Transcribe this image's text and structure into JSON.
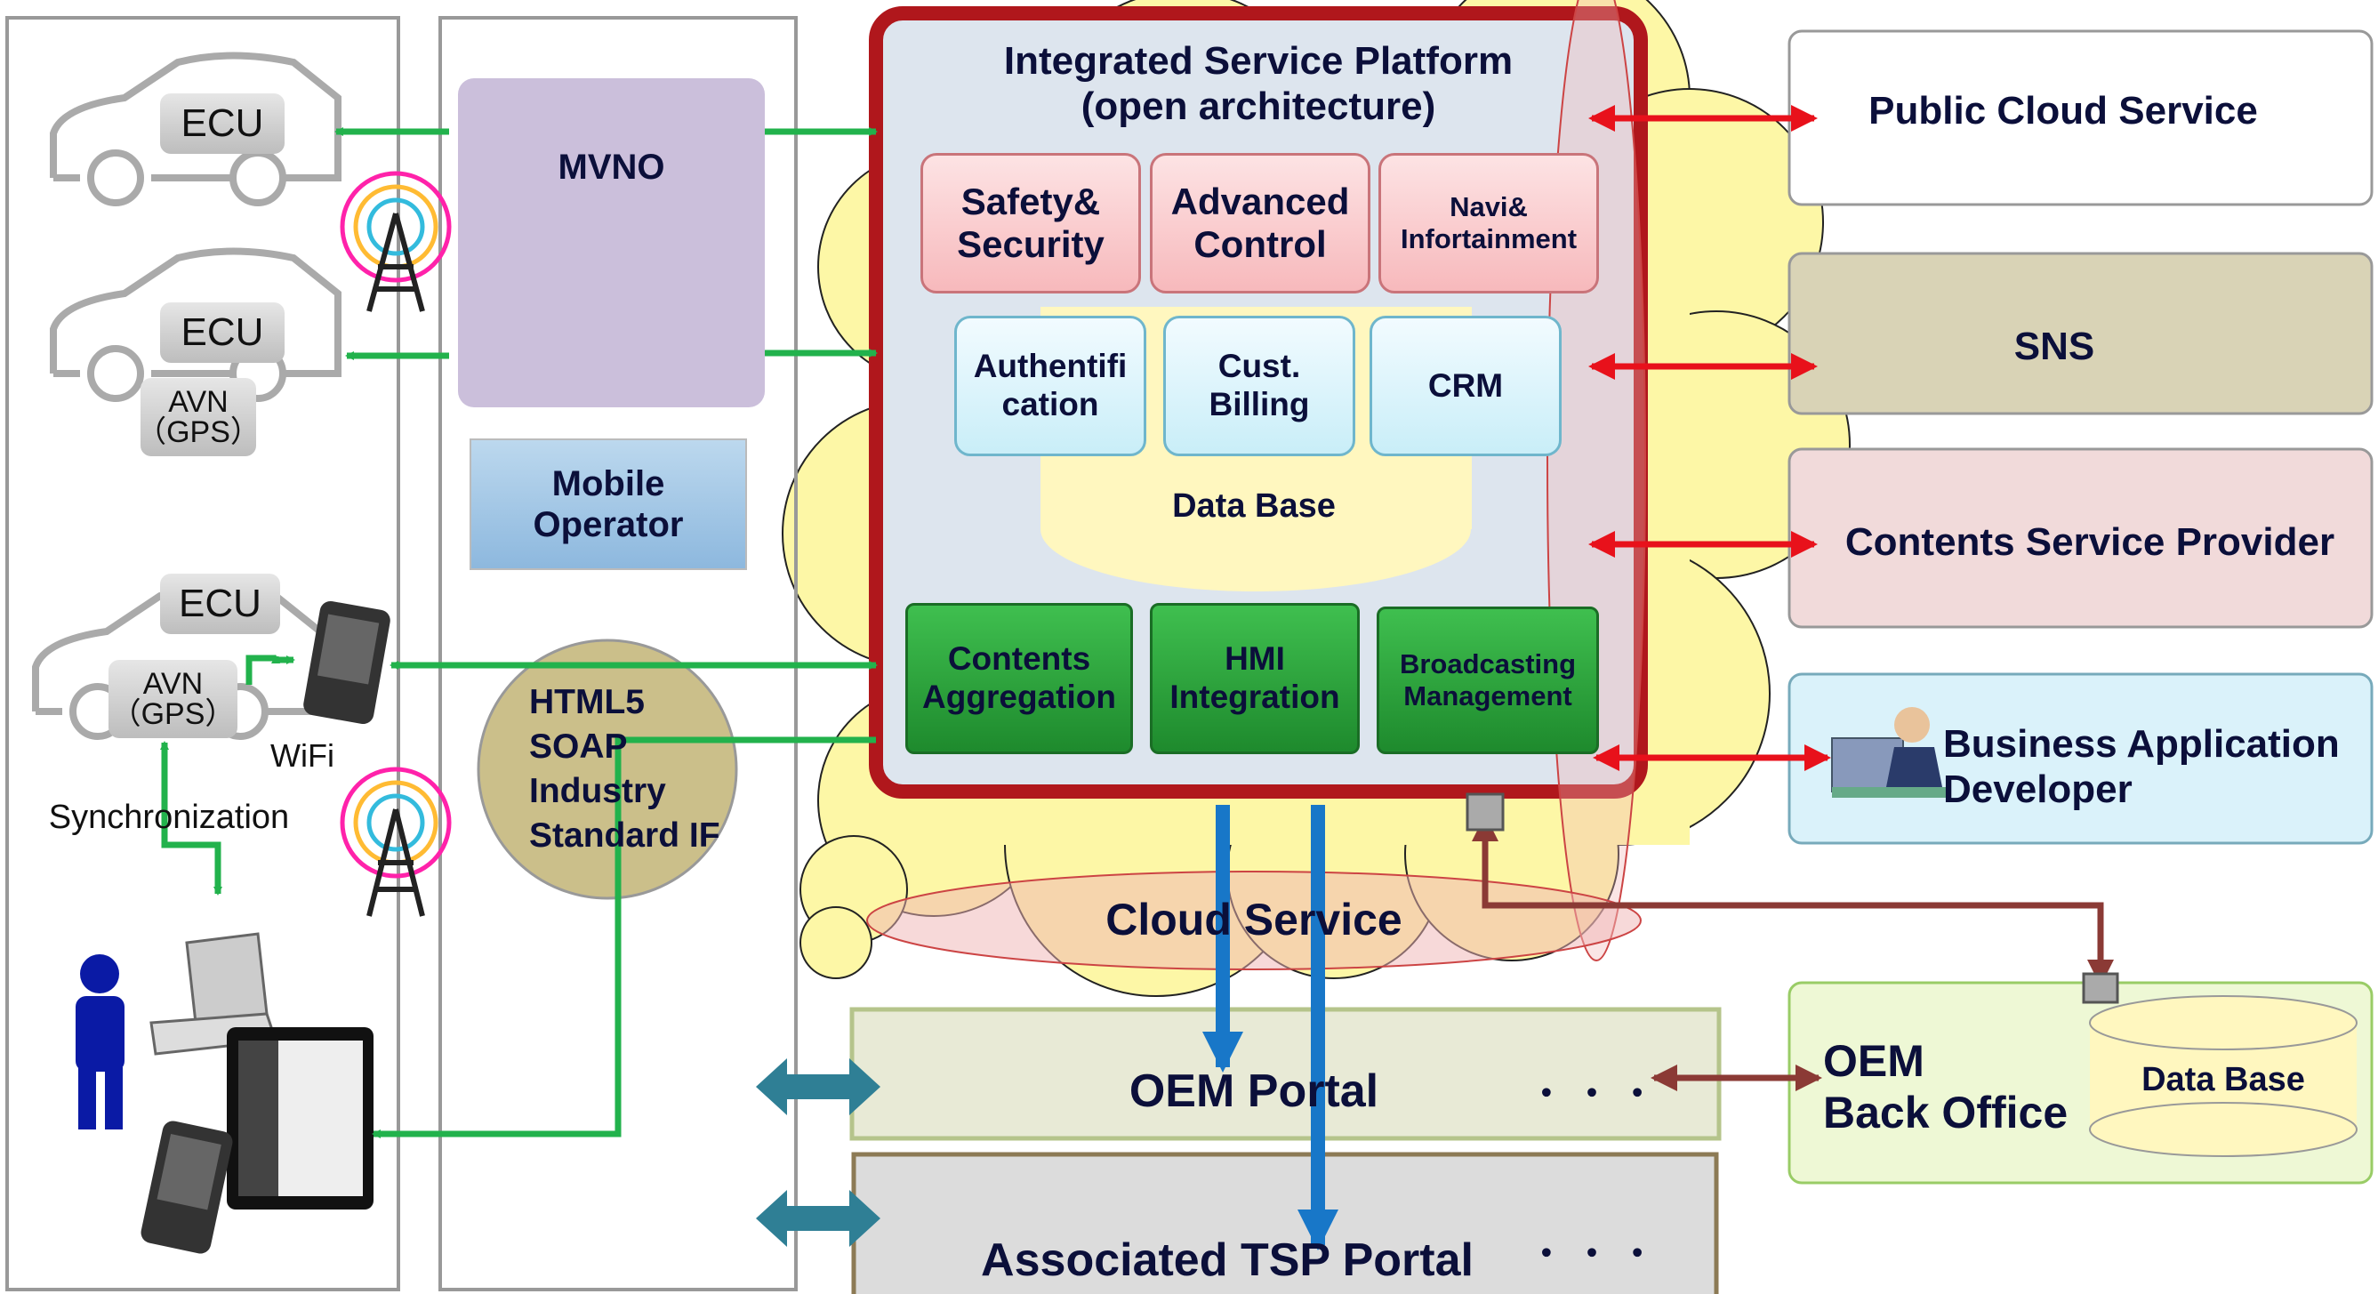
{
  "platform": {
    "title": "Integrated Service Platform\n(open architecture)",
    "modules_top": [
      "Safety&\nSecurity",
      "Advanced\nControl",
      "Navi&\nInfortainment"
    ],
    "modules_mid": [
      "Authentifi\ncation",
      "Cust.\nBilling",
      "CRM"
    ],
    "database": "Data Base",
    "modules_bottom": [
      "Contents\nAggregation",
      "HMI\nIntegration",
      "Broadcasting\nManagement"
    ],
    "cloud_label": "Cloud Service"
  },
  "left": {
    "ecu": "ECU",
    "avn": "AVN\n（GPS）",
    "wifi": "WiFi",
    "sync": "Synchronization"
  },
  "middle": {
    "mvno": "MVNO",
    "mobile_operator": "Mobile\nOperator",
    "standards": "HTML5\nSOAP\nIndustry\nStandard IF"
  },
  "right": {
    "public_cloud": "Public Cloud Service",
    "sns": "SNS",
    "contents_provider": "Contents Service Provider",
    "business_dev": "Business Application\nDeveloper",
    "oem_back_office": "OEM\nBack Office",
    "oem_database": "Data Base"
  },
  "bottom": {
    "oem_portal": "OEM Portal",
    "tsp_portal": "Associated TSP Portal",
    "ellipsis": "・ ・ ・"
  },
  "colors": {
    "platform_border": "#b0171c",
    "red_arrow": "#e8111b",
    "green_arrow": "#22b24c",
    "blue_arrow": "#1877c8",
    "brown_arrow": "#8b3a35",
    "teal_arrow": "#2f7f95"
  }
}
